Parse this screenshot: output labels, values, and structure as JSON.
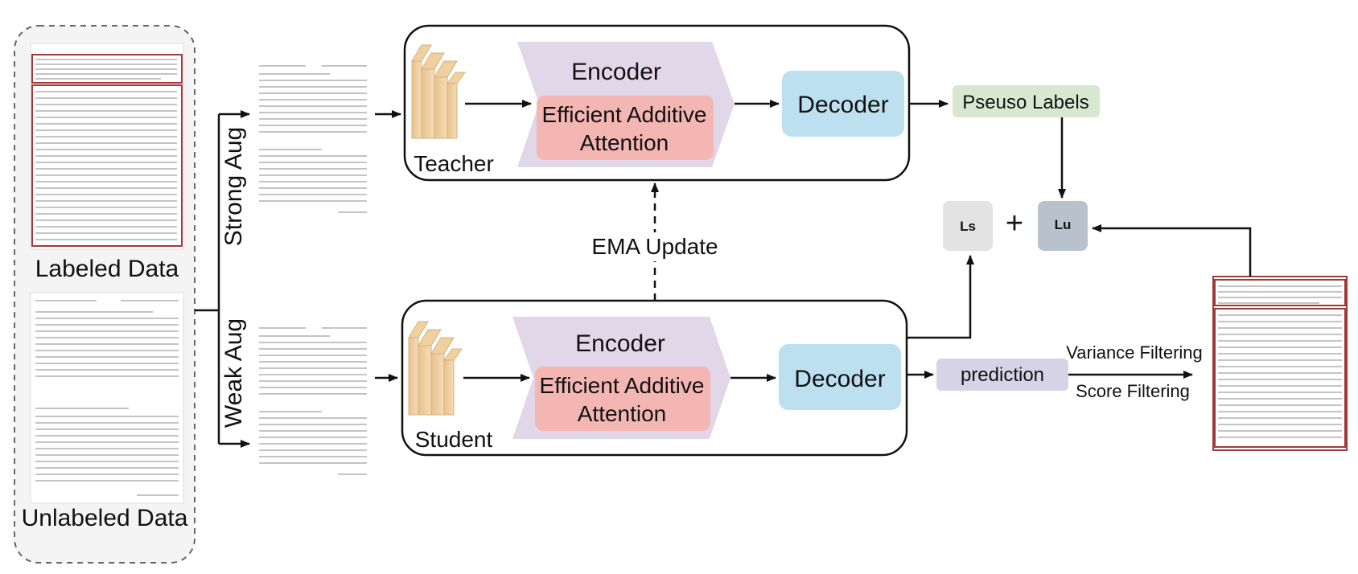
{
  "left_panel": {
    "labeled_caption": "Labeled Data",
    "unlabeled_caption": "Unlabeled Data"
  },
  "branches": {
    "strong": "Strong Aug",
    "weak": "Weak Aug"
  },
  "teacher": {
    "encoder": "Encoder",
    "attention_line1": "Efficient Additive",
    "attention_line2": "Attention",
    "decoder": "Decoder",
    "name": "Teacher"
  },
  "student": {
    "encoder": "Encoder",
    "attention_line1": "Efficient Additive",
    "attention_line2": "Attention",
    "decoder": "Decoder",
    "name": "Student"
  },
  "ema": "EMA Update",
  "pseudo_labels": "Pseuso Labels",
  "prediction": "prediction",
  "loss": {
    "ls": "Ls",
    "plus": "+",
    "lu": "Lu"
  },
  "filters": {
    "variance": "Variance Filtering",
    "score": "Score Filtering"
  },
  "colors": {
    "encoder_fill": "#e2d6e9",
    "attention_fill": "#f4b6b3",
    "decoder_fill": "#bde0f0",
    "pseudo_fill": "#d7e8d0",
    "prediction_fill": "#d6d3e6",
    "ls_fill": "#e3e3e3",
    "lu_fill": "#b7c2cc",
    "highlight_red": "#a03a3a"
  }
}
